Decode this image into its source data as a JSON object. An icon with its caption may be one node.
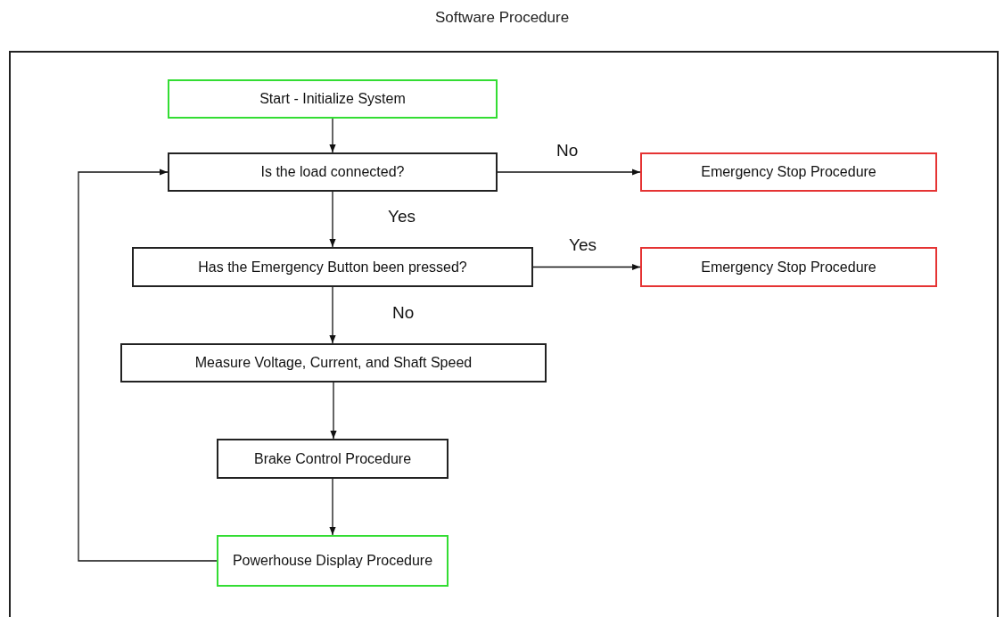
{
  "diagram": {
    "title": "Software Procedure",
    "nodes": [
      {
        "text": [
          "Start - Initialize System"
        ]
      },
      {
        "text": [
          "Is the load connected?"
        ]
      },
      {
        "text": [
          "Emergency Stop Procedure"
        ]
      },
      {
        "text": [
          "Has the Emergency Button been pressed?"
        ]
      },
      {
        "text": [
          "Emergency Stop Procedure"
        ]
      },
      {
        "text": [
          "Measure Voltage, Current, and Shaft Speed"
        ]
      },
      {
        "text": [
          "Brake Control Procedure"
        ]
      },
      {
        "text": [
          "Powerhouse Display Procedure"
        ]
      }
    ],
    "edges": [
      {
        "from": 0,
        "to": 1,
        "arrow": "to"
      },
      {
        "from": 1,
        "to": 2,
        "arrow": "to",
        "label": "No"
      },
      {
        "from": 1,
        "to": 3,
        "arrow": "to",
        "label": "Yes"
      },
      {
        "from": 3,
        "to": 4,
        "arrow": "to",
        "label": "Yes"
      },
      {
        "from": 3,
        "to": 5,
        "arrow": "to",
        "label": "No"
      },
      {
        "from": 5,
        "to": 6,
        "arrow": "to"
      },
      {
        "from": 6,
        "to": 7,
        "arrow": "to"
      },
      {
        "from": 7,
        "to": 1,
        "arrow": "to"
      }
    ]
  }
}
